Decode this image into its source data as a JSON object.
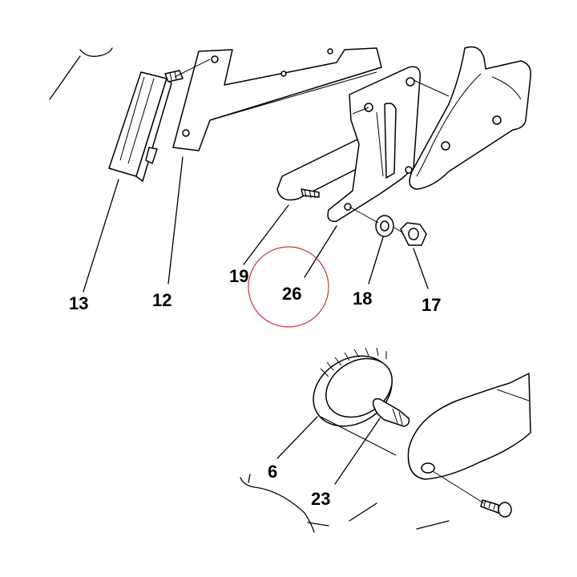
{
  "callouts": {
    "c13": "13",
    "c12": "12",
    "c19": "19",
    "c26": "26",
    "c18": "18",
    "c17": "17",
    "c6": "6",
    "c23": "23"
  },
  "highlight_color": "#c8323a"
}
